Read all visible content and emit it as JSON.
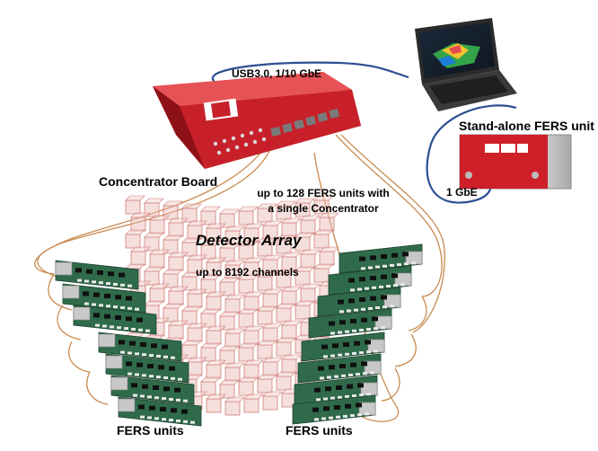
{
  "labels": {
    "usb_link": "USB3.0, 1/10 GbE",
    "standalone_unit": "Stand-alone FERS unit",
    "concentrator_board": "Concentrator Board",
    "units_per_concentrator": "up to 128 FERS units with a single Concentrator",
    "gbe_link": "1 GbE",
    "detector_array": "Detector  Array",
    "channels": "up to 8192 channels",
    "fers_units_left": "FERS units",
    "fers_units_right": "FERS units"
  },
  "colors": {
    "concentrator_red": "#d1202a",
    "cable_blue": "#2c4f93",
    "fiber_orange": "#c98a4e",
    "board_green": "#2f6b4b",
    "detector_pink": "#e9b8b4",
    "laptop_dark": "#2b2b2b"
  },
  "icons": [
    "laptop-icon",
    "concentrator-box-icon",
    "fers-unit-box-icon",
    "fers-board-icon",
    "detector-crystal-icon"
  ]
}
